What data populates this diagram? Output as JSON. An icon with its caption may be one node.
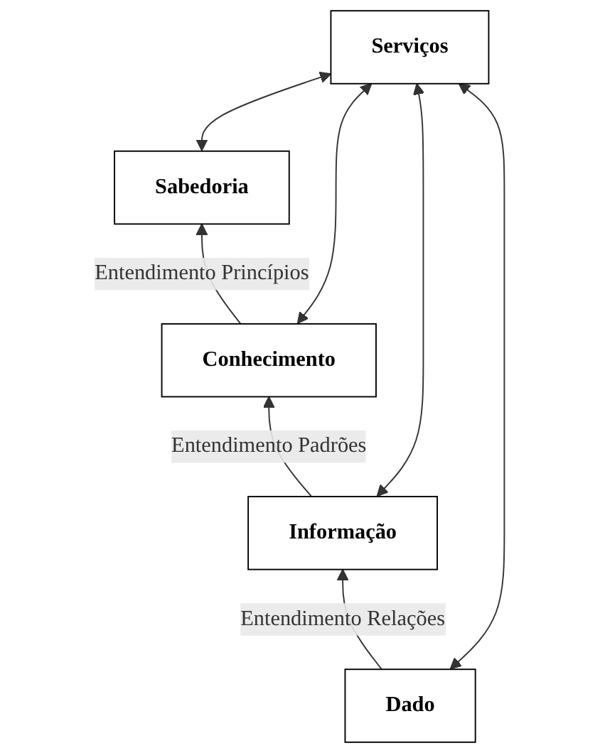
{
  "diagram": {
    "nodes": [
      {
        "text": [
          "Sabedoria"
        ]
      },
      {
        "text": [
          "Conhecimento"
        ]
      },
      {
        "text": [
          "Informação"
        ]
      },
      {
        "text": [
          "Dado"
        ]
      },
      {
        "text": [
          "Serviços"
        ]
      }
    ],
    "edges": [
      {
        "from": 3,
        "to": 2,
        "arrow": "to",
        "label": "Entendimento Relações"
      },
      {
        "from": 2,
        "to": 1,
        "arrow": "to",
        "label": "Entendimento Padrões"
      },
      {
        "from": 1,
        "to": 0,
        "arrow": "to",
        "label": "Entendimento Princípios"
      },
      {
        "from": 0,
        "to": 4,
        "arrow": "both"
      },
      {
        "from": 1,
        "to": 4,
        "arrow": "both"
      },
      {
        "from": 2,
        "to": 4,
        "arrow": "both"
      },
      {
        "from": 3,
        "to": 4,
        "arrow": "both"
      }
    ]
  }
}
